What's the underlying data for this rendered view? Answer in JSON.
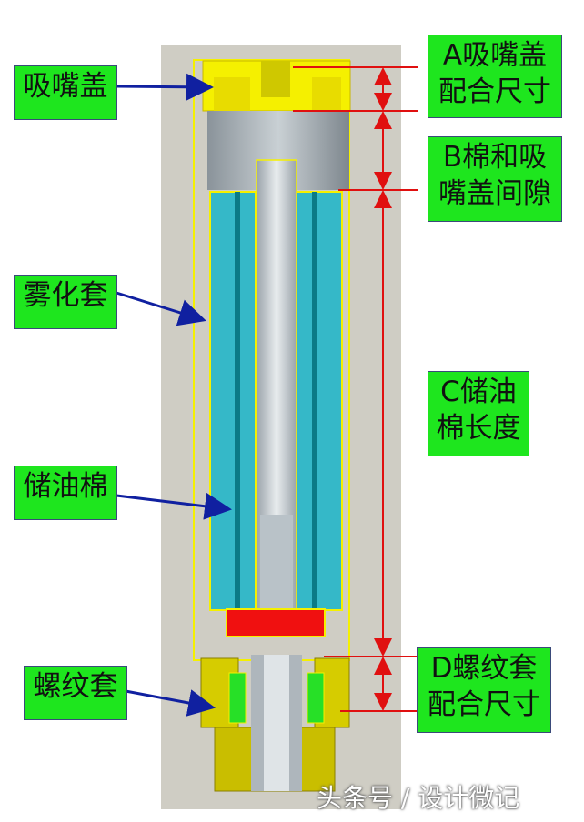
{
  "labels": {
    "suction_cap": "吸嘴盖",
    "atomizer_sleeve": "雾化套",
    "oil_cotton": "储油棉",
    "thread_sleeve": "螺纹套",
    "dim_a": "A吸嘴盖\n配合尺寸",
    "dim_b": "B棉和吸\n嘴盖间隙",
    "dim_c": "C储油\n棉长度",
    "dim_d": "D螺纹套\n配合尺寸"
  },
  "watermark": "头条号 / 设计微记",
  "colors": {
    "label_bg": "#1ee61e",
    "cap": "#f5f000",
    "cotton": "#35b8c8",
    "dimension_line": "#e01010",
    "arrow": "#1020a0",
    "heater": "#f01010"
  }
}
